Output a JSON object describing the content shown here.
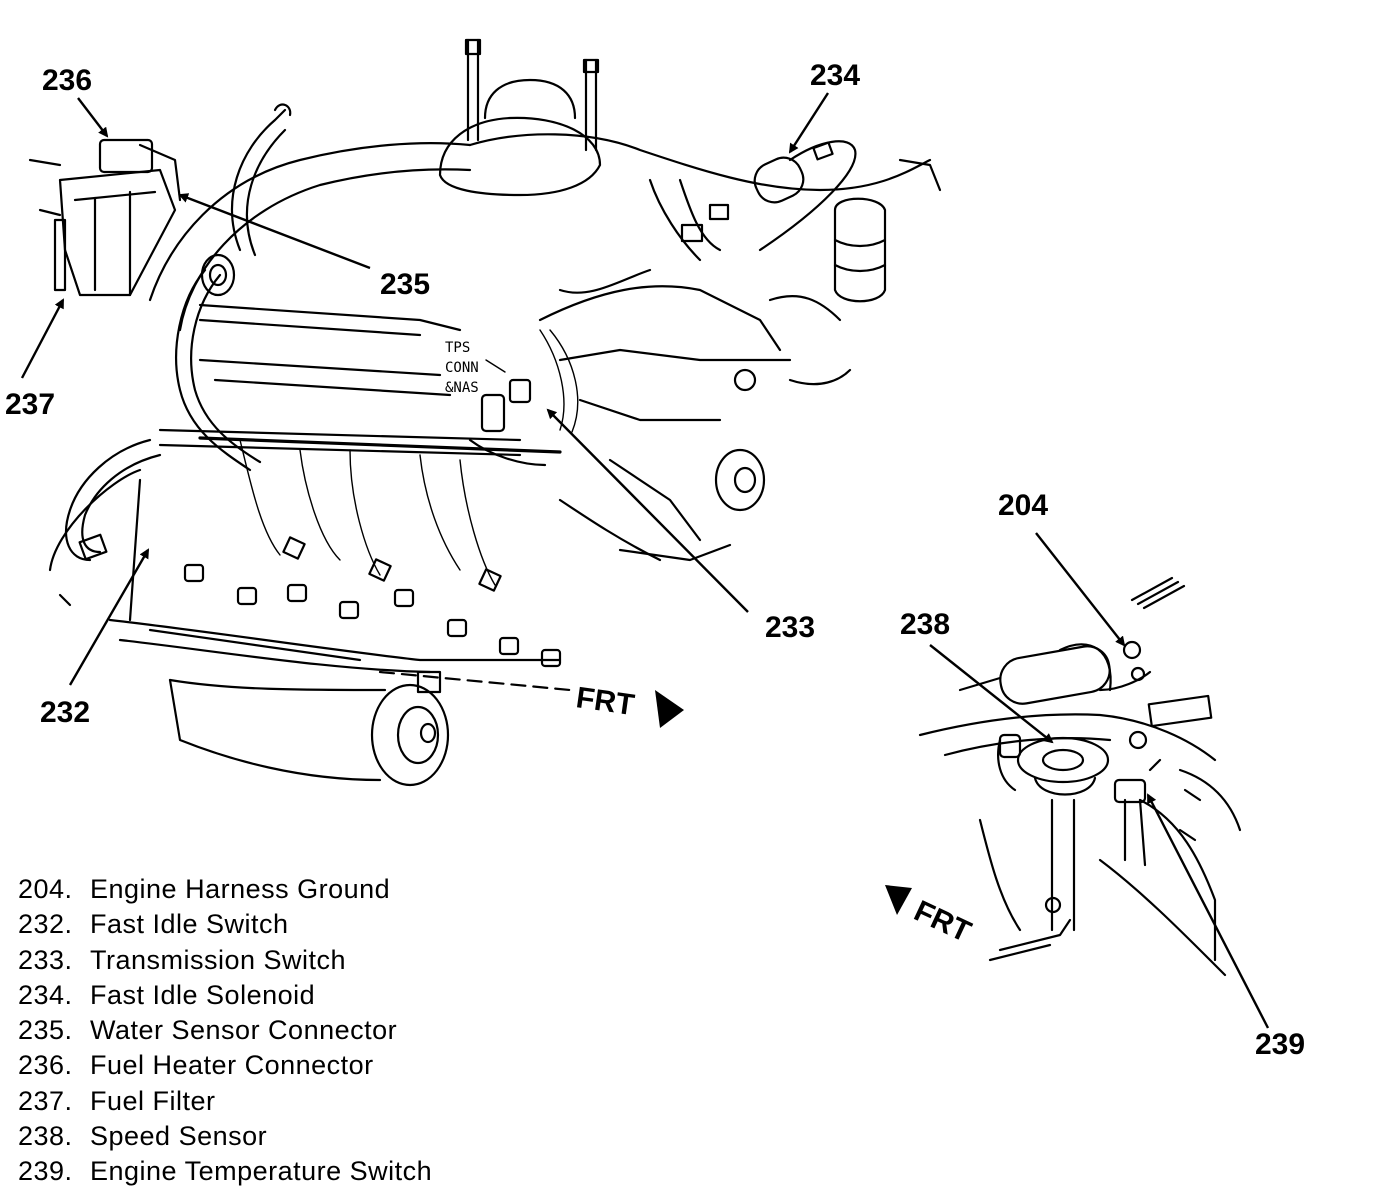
{
  "callouts": {
    "c236": "236",
    "c235": "235",
    "c237": "237",
    "c232": "232",
    "c234": "234",
    "c233": "233",
    "c204": "204",
    "c238": "238",
    "c239": "239"
  },
  "tps_label": [
    "TPS",
    "CONN",
    "&NAS"
  ],
  "frt_main": "FRT",
  "frt_inset": "FRT",
  "legend": [
    {
      "num": "204.",
      "label": "Engine Harness Ground"
    },
    {
      "num": "232.",
      "label": "Fast Idle Switch"
    },
    {
      "num": "233.",
      "label": "Transmission Switch"
    },
    {
      "num": "234.",
      "label": "Fast Idle Solenoid"
    },
    {
      "num": "235.",
      "label": "Water Sensor Connector"
    },
    {
      "num": "236.",
      "label": "Fuel Heater Connector"
    },
    {
      "num": "237.",
      "label": "Fuel Filter"
    },
    {
      "num": "238.",
      "label": "Speed Sensor"
    },
    {
      "num": "239.",
      "label": "Engine Temperature Switch"
    }
  ]
}
